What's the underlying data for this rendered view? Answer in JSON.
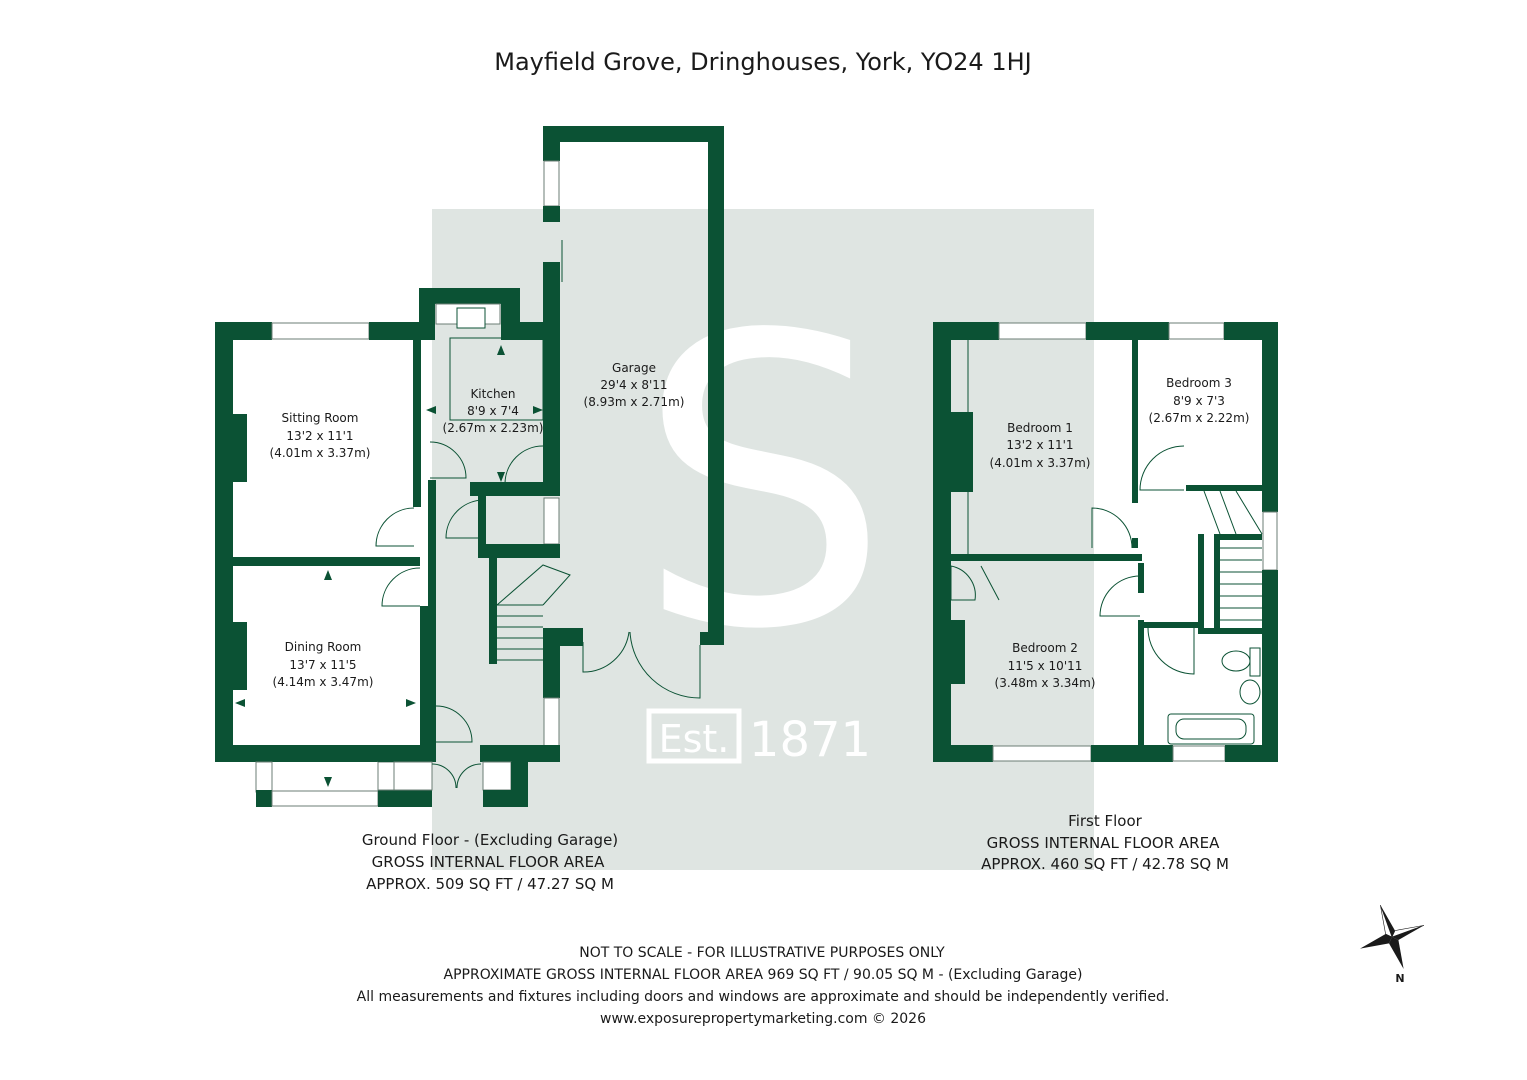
{
  "title": "Mayfield Grove, Dringhouses, York, YO24 1HJ",
  "colors": {
    "wall": "#0b5234",
    "watermark": "#dfe5e2"
  },
  "watermark": {
    "letter": "S",
    "est": "Est.",
    "year": "1871"
  },
  "rooms": {
    "sitting_room": {
      "name": "Sitting Room",
      "imperial": "13'2 x 11'1",
      "metric": "(4.01m x 3.37m)"
    },
    "kitchen": {
      "name": "Kitchen",
      "imperial": "8'9 x 7'4",
      "metric": "(2.67m x 2.23m)"
    },
    "garage": {
      "name": "Garage",
      "imperial": "29'4 x 8'11",
      "metric": "(8.93m x 2.71m)"
    },
    "dining_room": {
      "name": "Dining Room",
      "imperial": "13'7 x 11'5",
      "metric": "(4.14m x 3.47m)"
    },
    "bedroom_1": {
      "name": "Bedroom 1",
      "imperial": "13'2 x 11'1",
      "metric": "(4.01m x 3.37m)"
    },
    "bedroom_2": {
      "name": "Bedroom 2",
      "imperial": "11'5 x 10'11",
      "metric": "(3.48m x 3.34m)"
    },
    "bedroom_3": {
      "name": "Bedroom 3",
      "imperial": "8'9 x 7'3",
      "metric": "(2.67m x 2.22m)"
    }
  },
  "ground_floor": {
    "line1": "Ground Floor - (Excluding Garage)",
    "line2": "GROSS INTERNAL FLOOR AREA",
    "line3": "APPROX. 509 SQ FT / 47.27 SQ M"
  },
  "first_floor": {
    "line1": "First Floor",
    "line2": "GROSS INTERNAL FLOOR AREA",
    "line3": "APPROX. 460 SQ FT / 42.78 SQ M"
  },
  "footer": {
    "line1": "NOT TO SCALE - FOR ILLUSTRATIVE PURPOSES ONLY",
    "line2": "APPROXIMATE GROSS INTERNAL FLOOR AREA 969 SQ FT / 90.05 SQ M - (Excluding Garage)",
    "line3": "All measurements and fixtures including doors and windows are approximate and should be independently verified.",
    "line4": "www.exposurepropertymarketing.com © 2026"
  },
  "compass": {
    "label": "N",
    "icon": "compass-rose-icon"
  }
}
